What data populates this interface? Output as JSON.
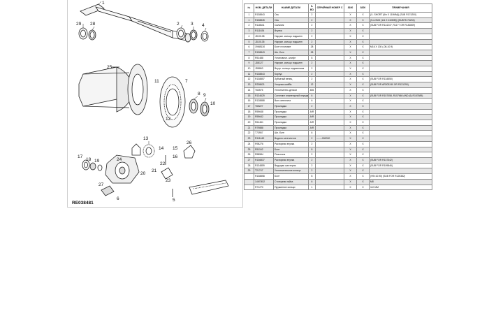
{
  "drawing": {
    "reference_code": "RE038481",
    "callouts": [
      "1",
      "2",
      "3",
      "4",
      "5",
      "6",
      "7",
      "8",
      "9",
      "10",
      "11",
      "12",
      "13",
      "14",
      "15",
      "16",
      "17",
      "18",
      "19",
      "20",
      "21",
      "22",
      "23",
      "24",
      "25",
      "26",
      "27",
      "28",
      "29"
    ]
  },
  "table": {
    "headers": [
      "№",
      "НОМ. ДЕТАЛИ",
      "НАИМЕ ДЕТАЛИ",
      "К-ВО",
      "СЕРИЙНЫЙ НОМЕР С",
      "8100",
      "8200",
      "ПРИМЕЧАНИЯ"
    ],
    "rows": [
      [
        "1",
        "R138843",
        "Ось",
        "2",
        "",
        "X",
        "X",
        "(X- SHORT (6in X 110MM)) (SUB R174200)"
      ],
      [
        "1",
        "R138845",
        "Ось",
        "2",
        "",
        "X",
        "X",
        "(S-LONG (111 X 110MM)) (SUB R174204)"
      ],
      [
        "2",
        "R118641",
        "Сальник",
        "2",
        "",
        "X",
        "X",
        "(SUB FOR R11424?, R11?? OR R182809)"
      ],
      [
        "3",
        "R111634",
        "Втулка",
        "2",
        "",
        "X",
        "X",
        ""
      ],
      [
        "4",
        "JD10138",
        "Наружн. кольцо подшипн",
        "2",
        "",
        "X",
        "X",
        ""
      ],
      [
        "5",
        "JD10135",
        "Наружн. кольцо подшипн",
        "2",
        "",
        "X",
        "X",
        ""
      ],
      [
        "6",
        "19M8130",
        "Болт в головке",
        "28",
        "",
        "X",
        "X",
        "M16 X 130 (-08-10.9)"
      ],
      [
        "7",
        "R138843",
        "Шп. болт",
        "28",
        "",
        "X",
        "X",
        ""
      ],
      [
        "8",
        "R51488",
        "Установочн. штифт",
        "8",
        "",
        "X",
        "X",
        ""
      ],
      [
        "9",
        "JD8127",
        "Наружн. кольцо подшипн",
        "2",
        "",
        "X",
        "X",
        ""
      ],
      [
        "10",
        "JD8863",
        "Внутр. кольцо подшипника",
        "2",
        "",
        "X",
        "X",
        ""
      ],
      [
        "11",
        "R138843",
        "Корпус",
        "2",
        "",
        "X",
        "X",
        ""
      ],
      [
        "12",
        "R138857",
        "Зубчатый венец",
        "2",
        "",
        "X",
        "X",
        "(SUB FOR R134550)"
      ],
      [
        "13",
        "R208621",
        "Упорная шайба",
        "12",
        "",
        "X",
        "X",
        "(SUB FOR AR203240 OR R131290)"
      ],
      [
        "14",
        "T63575",
        "Уплотнитель детали",
        "455",
        "",
        "X",
        "X",
        ""
      ],
      [
        "15",
        "R134629",
        "Сателлит планетарной передачи",
        "6",
        "",
        "X",
        "X",
        "(SUB FOR R157058, R157660 AND (6) R157689)"
      ],
      [
        "16",
        "R128888",
        "Вал сателлита",
        "6",
        "",
        "X",
        "X",
        ""
      ],
      [
        "17",
        "T65227",
        "Прокладка",
        "2",
        "",
        "X",
        "X",
        ""
      ],
      [
        "18",
        "R59648",
        "Прокладка",
        "A/R",
        "",
        "X",
        "X",
        ""
      ],
      [
        "19",
        "R59642",
        "Прокладка",
        "A/R",
        "",
        "X",
        "X",
        ""
      ],
      [
        "20",
        "R61461",
        "Прокладка",
        "A/R",
        "",
        "X",
        "X",
        ""
      ],
      [
        "21",
        "R79888",
        "Прокладка",
        "A/R",
        "",
        "X",
        "X",
        ""
      ],
      [
        "22",
        "T73957",
        "Шп. болт",
        "6",
        "",
        "X",
        "X",
        ""
      ],
      [
        "23",
        "R111449",
        "Водило сателлитов",
        "2",
        "-------000000",
        "X",
        "X",
        ""
      ],
      [
        "24",
        "R98276",
        "Распорная втулка",
        "2",
        "",
        "X",
        "X",
        ""
      ],
      [
        "25",
        "R51162",
        "Болт",
        "8",
        "",
        "X",
        "X",
        ""
      ],
      [
        "26",
        "R58584",
        "Пластина",
        "2",
        "",
        "X",
        "X",
        ""
      ],
      [
        "27",
        "R136837",
        "Распорная втулка",
        "2",
        "",
        "X",
        "X",
        "(SUB FOR R137342)"
      ],
      [
        "28",
        "R134859",
        "Ведущая шестерня",
        "2",
        "",
        "X",
        "X",
        "(SUB FOR R109846)"
      ],
      [
        "29",
        "T21747",
        "Уплотнительное кольцо",
        "2",
        "",
        "X",
        "X",
        ""
      ],
      [
        "",
        "R138858",
        "Болт",
        "8",
        "",
        "X",
        "X",
        "(H9=10.90) (SUB FOR R125382)"
      ],
      [
        "",
        "14M7452",
        "Стопорная гайка",
        "6",
        "",
        "X",
        "X",
        "M8"
      ],
      [
        "",
        "R71270",
        "Пружинное кольцо",
        "1",
        "",
        "X",
        "X",
        "110 MM"
      ]
    ]
  }
}
